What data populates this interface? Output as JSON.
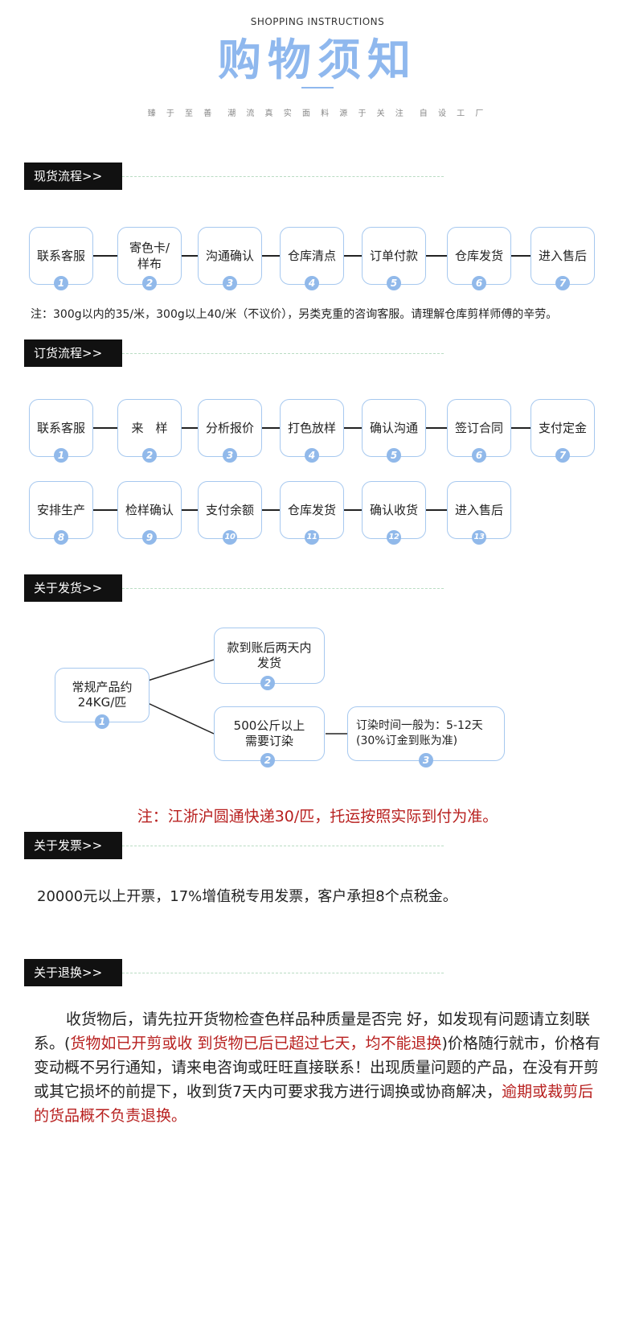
{
  "header": {
    "subtitle_en": "SHOPPING INSTRUCTIONS",
    "title_cn": "购物须知",
    "slogan": "臻 于 至 善　潮 流 真 实 面 料 源 于 关 注　自 设 工 厂"
  },
  "stock_process": {
    "label": "现货流程>>",
    "steps": [
      {
        "text": "联系客服",
        "num": "1"
      },
      {
        "text": "寄色卡/样布",
        "num": "2"
      },
      {
        "text": "沟通确认",
        "num": "3"
      },
      {
        "text": "仓库清点",
        "num": "4"
      },
      {
        "text": "订单付款",
        "num": "5"
      },
      {
        "text": "仓库发货",
        "num": "6"
      },
      {
        "text": "进入售后",
        "num": "7"
      }
    ],
    "note": "注：300g以内的35/米，300g以上40/米（不议价），另类克重的咨询客服。请理解仓库剪样师傅的辛劳。"
  },
  "order_process": {
    "label": "订货流程>>",
    "steps": [
      {
        "text": "联系客服",
        "num": "1"
      },
      {
        "text": "来　样",
        "num": "2"
      },
      {
        "text": "分析报价",
        "num": "3"
      },
      {
        "text": "打色放样",
        "num": "4"
      },
      {
        "text": "确认沟通",
        "num": "5"
      },
      {
        "text": "签订合同",
        "num": "6"
      },
      {
        "text": "支付定金",
        "num": "7"
      },
      {
        "text": "安排生产",
        "num": "8"
      },
      {
        "text": "检样确认",
        "num": "9"
      },
      {
        "text": "支付余额",
        "num": "10"
      },
      {
        "text": "仓库发货",
        "num": "11"
      },
      {
        "text": "确认收货",
        "num": "12"
      },
      {
        "text": "进入售后",
        "num": "13"
      }
    ]
  },
  "shipping": {
    "label": "关于发货>>",
    "root": {
      "text": "常规产品约24KG/匹",
      "num": "1"
    },
    "branch_a": {
      "text": "款到账后两天内发货",
      "num": "2"
    },
    "branch_b": {
      "text": "500公斤以上需要订染",
      "num": "2"
    },
    "branch_b_next": {
      "text": "订染时间一般为：5-12天(30%订金到账为准)",
      "num": "3"
    },
    "note": "注：江浙沪圆通快递30/匹，托运按照实际到付为准。"
  },
  "invoice": {
    "label": "关于发票>>",
    "text": "20000元以上开票，17%增值税专用发票，客户承担8个点税金。"
  },
  "returns": {
    "label": "关于退换>>",
    "p1": "收货物后，请先拉开货物检查色样品种质量是否完 好，如发现有问题请立刻联系。(",
    "p1_red": "货物如已开剪或收 到货物已后已超过七天，均不能退换",
    "p2": ")价格随行就市，价格有变动概不另行通知，请来电咨询或旺旺直接联系！出现质量问题的产品，在没有开剪或其它损坏的前提下，收到货7天内可要求我方进行调换或协商解决，",
    "p2_red": "逾期或裁剪后的货品概不负责退换。"
  },
  "colors": {
    "accent": "#8fb8ee",
    "badge": "#91b9ea",
    "border": "#a6c8ef",
    "warn": "#b8201f",
    "label_bg": "#111111"
  }
}
